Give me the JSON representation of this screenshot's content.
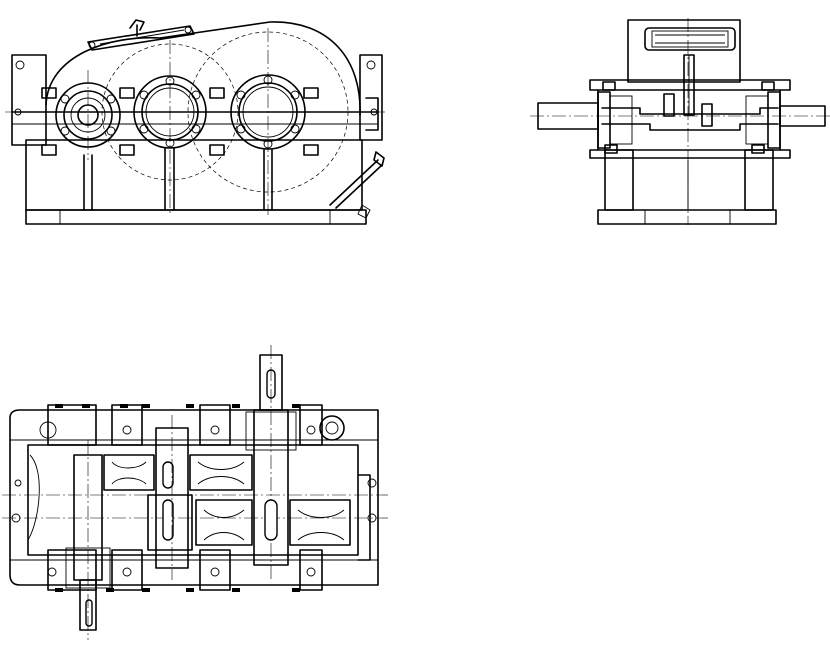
{
  "drawing": {
    "views": [
      {
        "id": "front-view",
        "kind": "elevation"
      },
      {
        "id": "side-view",
        "kind": "elevation"
      },
      {
        "id": "top-view",
        "kind": "plan"
      }
    ],
    "line_color": "#000000",
    "background": "#ffffff"
  }
}
